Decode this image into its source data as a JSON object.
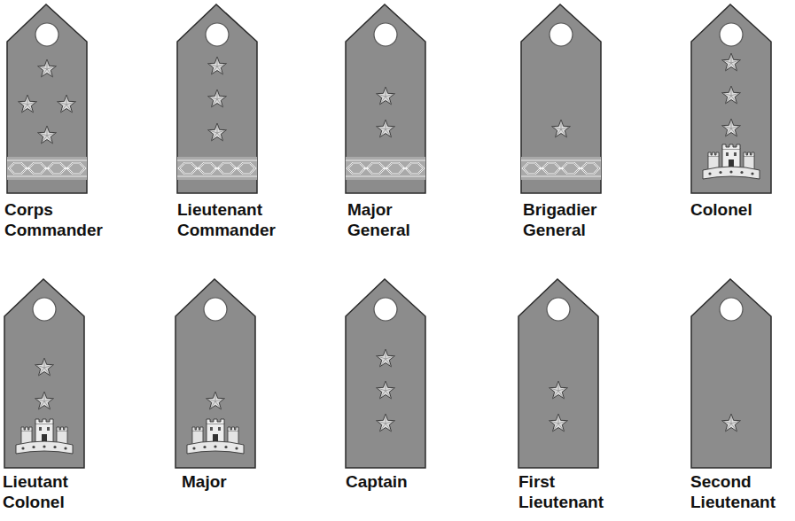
{
  "diagram": {
    "labels": [
      "Corps Commander",
      "Lieutenant Commander",
      "Major General",
      "Brigadier General",
      "Colonel",
      "Lieutant Colonel",
      "Major",
      "Captain",
      "First Lieutenant",
      "Second Lieutenant"
    ]
  }
}
